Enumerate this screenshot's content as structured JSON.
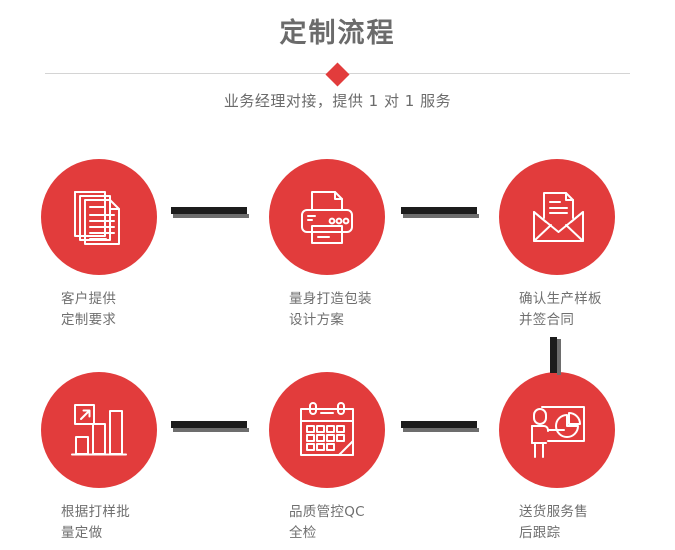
{
  "header": {
    "title": "定制流程",
    "subtitle": "业务经理对接，提供 1 对 1 服务",
    "divider_accent_color": "#e23c3c",
    "title_color": "#6b6b6b"
  },
  "theme": {
    "accent_red": "#e23c3c",
    "connector_dark": "#1c1c1c",
    "connector_shadow": "#6d6d6d",
    "text_gray": "#6f6f6f",
    "background": "#ffffff"
  },
  "flow": {
    "steps": [
      {
        "index": 1,
        "icon": "documents-stack-icon",
        "caption": "客户提供\n定制要求"
      },
      {
        "index": 2,
        "icon": "printer-icon",
        "caption": "量身打造包装\n设计方案"
      },
      {
        "index": 3,
        "icon": "envelope-document-icon",
        "caption": "确认生产样板\n并签合同"
      },
      {
        "index": 4,
        "icon": "bar-chart-growth-icon",
        "caption": "根据打样批\n量定做"
      },
      {
        "index": 5,
        "icon": "calendar-icon",
        "caption": "品质管控QC\n全检"
      },
      {
        "index": 6,
        "icon": "presenter-pie-chart-icon",
        "caption": "送货服务售\n后跟踪"
      }
    ],
    "connectors": [
      {
        "name": "connector-1-to-2",
        "orientation": "horizontal"
      },
      {
        "name": "connector-2-to-3",
        "orientation": "horizontal"
      },
      {
        "name": "connector-4-to-5",
        "orientation": "horizontal"
      },
      {
        "name": "connector-5-to-6",
        "orientation": "horizontal"
      },
      {
        "name": "connector-3-to-6",
        "orientation": "vertical"
      }
    ]
  }
}
